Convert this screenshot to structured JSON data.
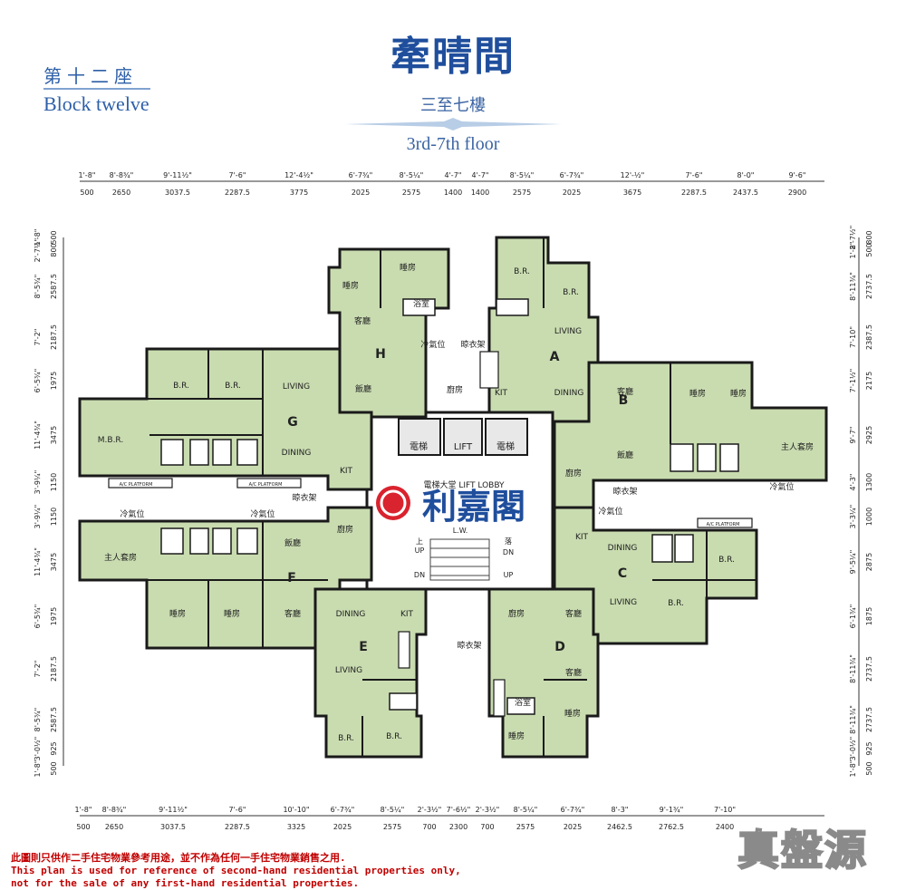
{
  "header": {
    "title": "牽晴間",
    "block_cn": "第十二座",
    "block_en": "Block twelve",
    "floor_cn": "三至七樓",
    "floor_en": "3rd-7th floor"
  },
  "dimensions": {
    "top_imperial": [
      "1'-8\"",
      "8'-8¾\"",
      "9'-11½\"",
      "7'-6\"",
      "12'-4½\"",
      "6'-7¾\"",
      "8'-5¼\"",
      "4'-7\"",
      "4'-7\"",
      "8'-5¼\"",
      "6'-7¾\"",
      "12'-½\"",
      "7'-6\"",
      "8'-0\"",
      "9'-6\""
    ],
    "top_metric": [
      "500",
      "2650",
      "3037.5",
      "2287.5",
      "3775",
      "2025",
      "2575",
      "1400",
      "1400",
      "2575",
      "2025",
      "3675",
      "2287.5",
      "2437.5",
      "2900"
    ],
    "bottom_imperial": [
      "1'-8\"",
      "8'-8¾\"",
      "9'-11½\"",
      "7'-6\"",
      "10'-10\"",
      "6'-7¾\"",
      "8'-5¼\"",
      "2'-3½\"",
      "7'-6½\"",
      "2'-3½\"",
      "8'-5¼\"",
      "6'-7¾\"",
      "8'-3\"",
      "9'-1¾\"",
      "7'-10\""
    ],
    "bottom_metric": [
      "500",
      "2650",
      "3037.5",
      "2287.5",
      "3325",
      "2025",
      "2575",
      "700",
      "2300",
      "700",
      "2575",
      "2025",
      "2462.5",
      "2762.5",
      "2400"
    ],
    "left_metric": [
      "800",
      "500",
      "2587.5",
      "2187.5",
      "1975",
      "3475",
      "1150",
      "1150",
      "3475",
      "1975",
      "2187.5",
      "2587.5",
      "925",
      "500"
    ],
    "left_imperial": [
      "2'-7½\"",
      "1'-8\"",
      "8'-5¾\"",
      "7'-2\"",
      "6'-5¾\"",
      "11'-4¾\"",
      "3'-9¼\"",
      "3'-9¼\"",
      "11'-4¾\"",
      "6'-5¾\"",
      "7'-2\"",
      "8'-5¾\"",
      "3'-0½\"",
      "1'-8\""
    ],
    "right_metric": [
      "500",
      "800",
      "2737.5",
      "2387.5",
      "2175",
      "2925",
      "1300",
      "1000",
      "2875",
      "1875",
      "2737.5",
      "2737.5",
      "925",
      "500"
    ],
    "right_imperial": [
      "1'-8\"",
      "2'-7½\"",
      "8'-11¾\"",
      "7'-10\"",
      "7'-1½\"",
      "9'-7\"",
      "4'-3\"",
      "3'-3¼\"",
      "9'-5¼\"",
      "6'-1¾\"",
      "8'-11¾\"",
      "8'-11¾\"",
      "3'-0½\"",
      "1'-8\""
    ]
  },
  "units": {
    "A": "A",
    "B": "B",
    "C": "C",
    "D": "D",
    "E": "E",
    "F": "F",
    "G": "G",
    "H": "H"
  },
  "rooms": {
    "br": "B.R.",
    "mbr": "M.B.R.",
    "living": "LIVING",
    "dining": "DINING",
    "kit": "KIT",
    "bedroom": "睡房",
    "master_bedroom": "主人套房",
    "living_cn": "客廳",
    "dining_cn": "飯廳",
    "kitchen_cn": "廚房",
    "bath_cn": "浴室",
    "ac_cn": "冷氣位",
    "dryrack_cn": "晾衣架",
    "ac_platform": "A/C PLATFORM"
  },
  "core": {
    "lift_cn": "電梯",
    "lift": "LIFT",
    "lobby": "電梯大堂 LIFT LOBBY",
    "lw": "L.W.",
    "up": "UP",
    "dn": "DN",
    "up_cn": "上",
    "dn_cn": "落"
  },
  "logo_text": "利嘉閣",
  "disclaimer": {
    "line1": "此圖則只供作二手住宅物業參考用途，並不作為任何一手住宅物業銷售之用.",
    "line2": "This plan is used for reference of second-hand residential properties only,",
    "line3": " not for the sale of any first-hand residential properties."
  },
  "brand": "真盤源",
  "colors": {
    "room_fill": "#c9dcb0",
    "room_fill_alt": "#dfe8c4",
    "wall": "#1a1a1a",
    "title_blue": "#1f4e9c",
    "disclaimer_red": "#c00000",
    "logo_red": "#d9232e",
    "logo_blue": "#1f4e9c"
  }
}
